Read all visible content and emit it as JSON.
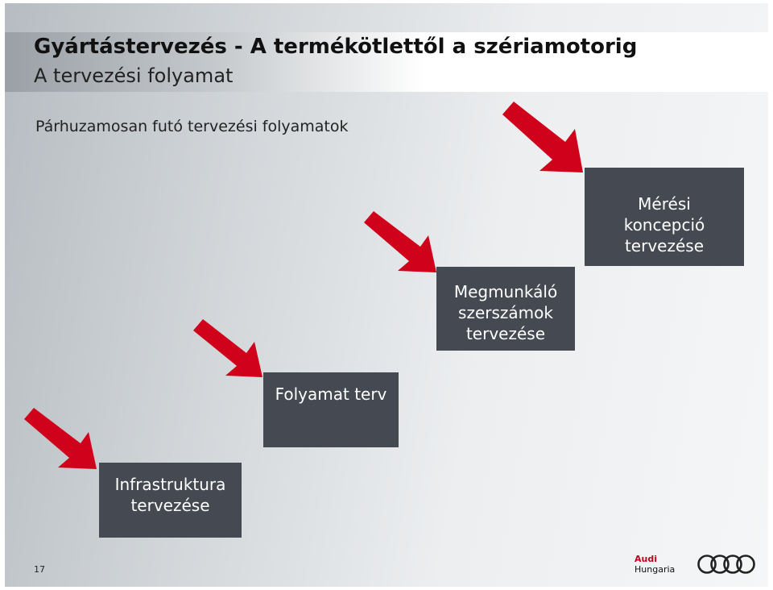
{
  "header": {
    "title": "Gyártástervezés - A termékötlettől a szériamotorig",
    "subtitle": "A tervezési folyamat"
  },
  "section_heading": "Párhuzamosan futó tervezési folyamatok",
  "steps": [
    {
      "label": "Infrastruktura\ntervezése"
    },
    {
      "label": "Folyamat terv"
    },
    {
      "label": "Megmunkáló\nszerszámok\ntervezése"
    },
    {
      "label": "Mérési\nkoncepció\ntervezése"
    }
  ],
  "footer": {
    "page_number": "17",
    "brand_line1": "Audi",
    "brand_line2": "Hungaria"
  },
  "colors": {
    "arrow": "#d0021b",
    "box": "#454a52",
    "brand_red": "#c4001a"
  },
  "icons": [
    "arrow-down-right-icon",
    "audi-rings-logo"
  ]
}
